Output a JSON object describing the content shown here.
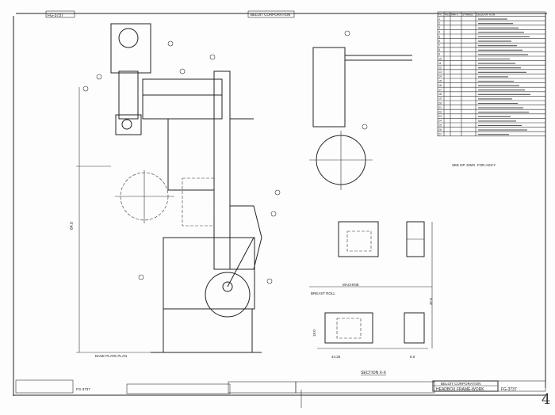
{
  "header": {
    "drawing_no_tag": "FG-3737",
    "company": "BELOIT CORPORATION"
  },
  "parts_list": {
    "headers": [
      "PC",
      "REQ",
      "MAT'L",
      "SYMBOL",
      "DESCRIPTION"
    ],
    "rows": [
      "1",
      "2",
      "3",
      "4",
      "5",
      "6",
      "7",
      "8",
      "9",
      "10",
      "11",
      "12",
      "13",
      "14",
      "15",
      "16",
      "17",
      "18",
      "19",
      "20",
      "21",
      "22",
      "23",
      "24",
      "25",
      "26",
      "27"
    ]
  },
  "labels": {
    "section": "SECTION X-X",
    "machine": "MACHINE",
    "breast_roll": "BREAST ROLL",
    "note": "SEE DP. DWG. FOR ASS'Y",
    "base_plate": "BASE PLATE PLAN"
  },
  "dimensions": [
    "64.0",
    "37.0",
    "18.0",
    "44.25",
    "8.0"
  ],
  "title_block": {
    "company": "BELOIT CORPORATION",
    "title": "HEADBOX FRAME-WORK",
    "drawing_no": "FG-3737",
    "left_ref": "FG-3737"
  },
  "sheet_mark": "4"
}
